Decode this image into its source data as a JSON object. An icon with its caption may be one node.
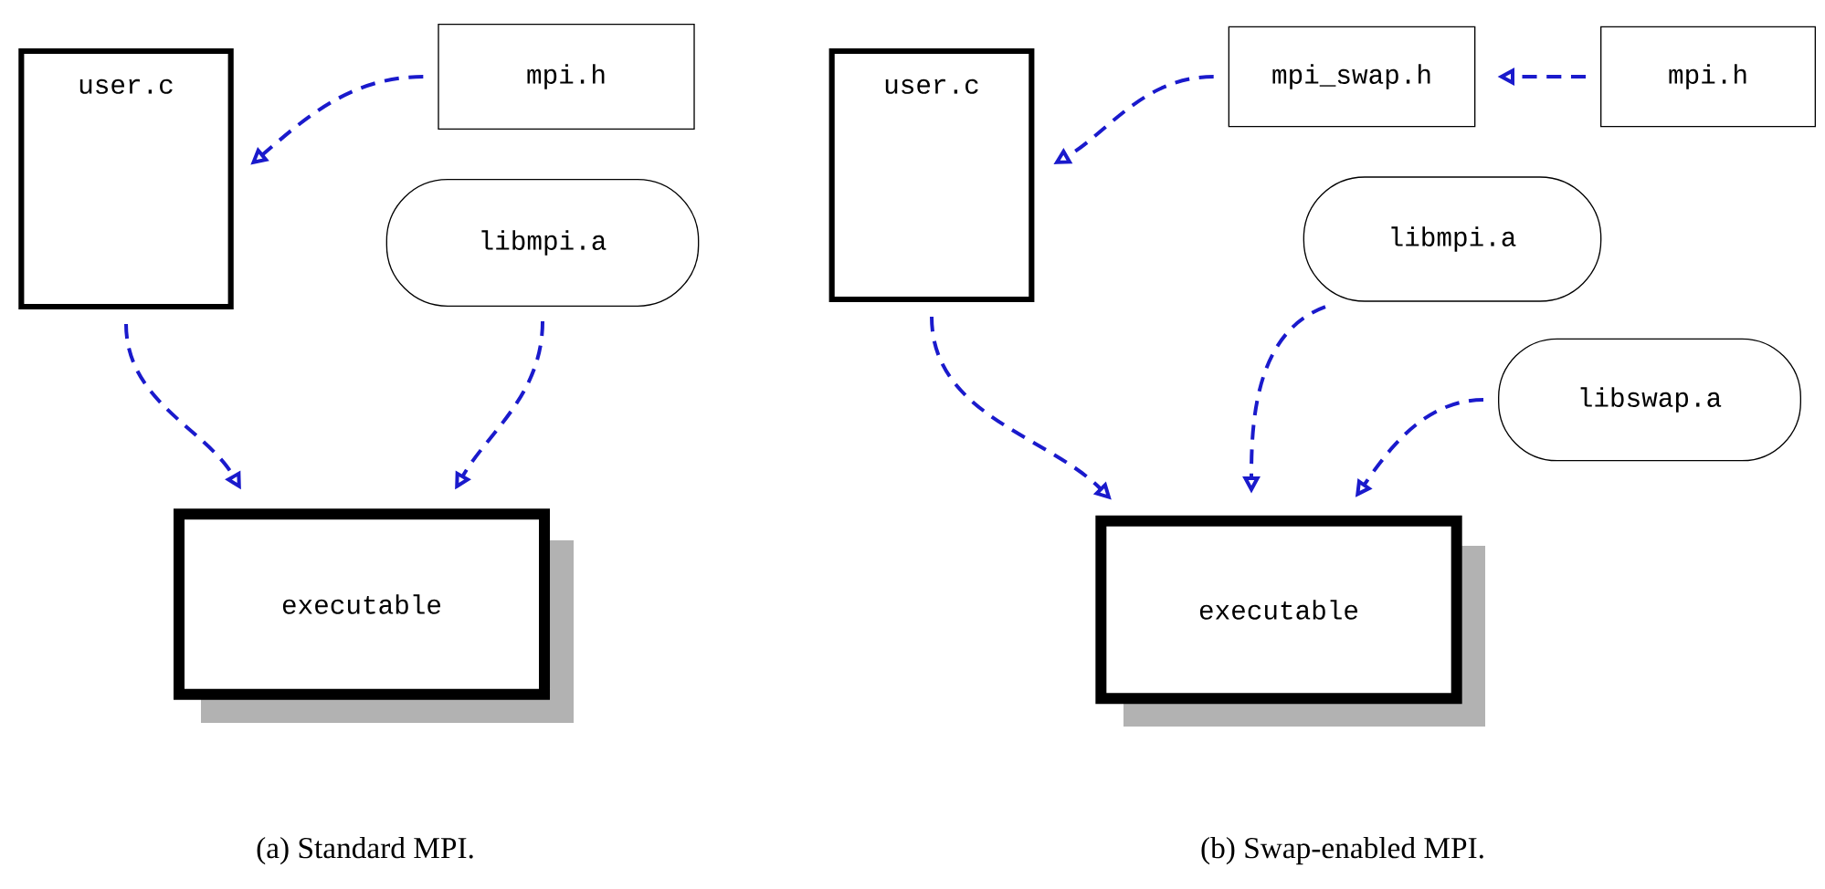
{
  "diagram": {
    "nodes": [
      {
        "text": [
          "user.c"
        ]
      },
      {
        "text": [
          "mpi.h"
        ]
      },
      {
        "text": [
          "libmpi.a"
        ]
      },
      {
        "text": [
          "executable"
        ]
      },
      {
        "text": [
          "user.c"
        ]
      },
      {
        "text": [
          "mpi_swap.h"
        ]
      },
      {
        "text": [
          "mpi.h"
        ]
      },
      {
        "text": [
          "libmpi.a"
        ]
      },
      {
        "text": [
          "libswap.a"
        ]
      },
      {
        "text": [
          "executable"
        ]
      }
    ],
    "edges": [
      {
        "from": 1,
        "to": 0,
        "arrow": "to",
        "style": "dashed"
      },
      {
        "from": 0,
        "to": 3,
        "arrow": "to",
        "style": "dashed"
      },
      {
        "from": 2,
        "to": 3,
        "arrow": "to",
        "style": "dashed"
      },
      {
        "from": 6,
        "to": 5,
        "arrow": "to",
        "style": "dashed"
      },
      {
        "from": 5,
        "to": 4,
        "arrow": "to",
        "style": "dashed"
      },
      {
        "from": 4,
        "to": 9,
        "arrow": "to",
        "style": "dashed"
      },
      {
        "from": 7,
        "to": 9,
        "arrow": "to",
        "style": "dashed"
      },
      {
        "from": 8,
        "to": 9,
        "arrow": "to",
        "style": "dashed"
      }
    ],
    "labels": [
      "(a) Standard MPI.",
      "(b) Swap-enabled MPI."
    ]
  }
}
